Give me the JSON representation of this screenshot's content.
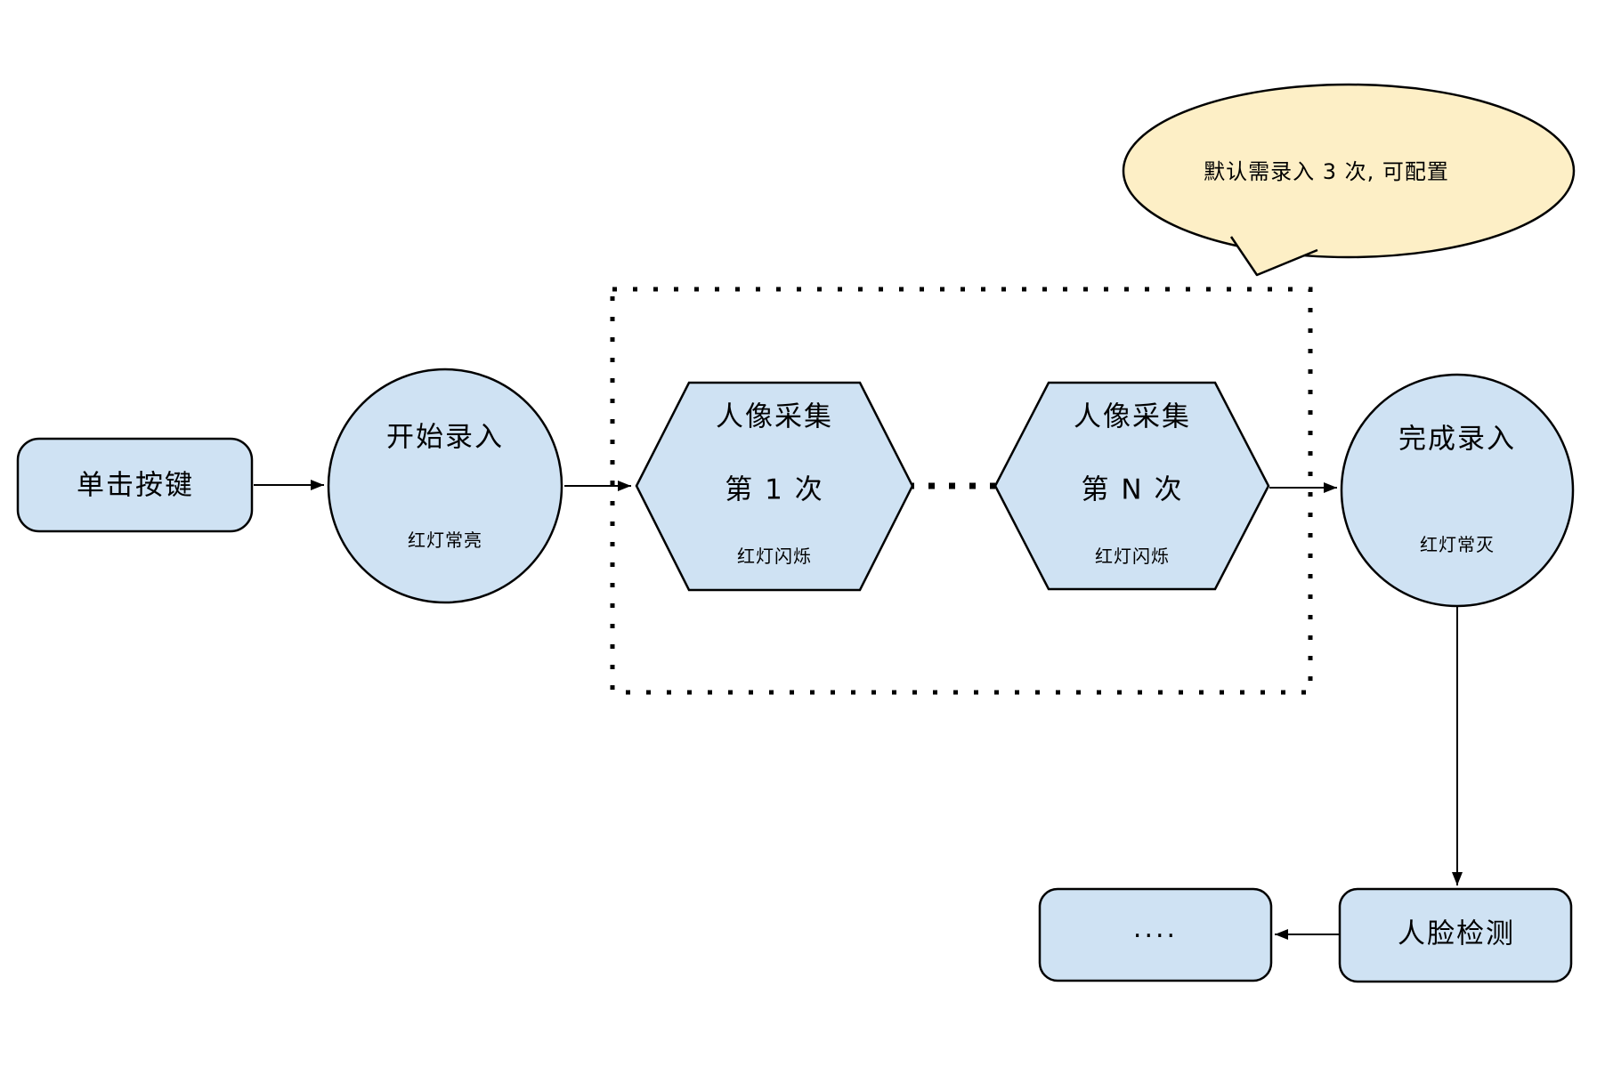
{
  "diagram": {
    "callout": {
      "text": "默认需录入 3 次, 可配置"
    },
    "nodes": {
      "click_button": {
        "label": "单击按键"
      },
      "start_capture": {
        "label": "开始录入",
        "status": "红灯常亮"
      },
      "capture_first": {
        "title": "人像采集",
        "count": "第 1 次",
        "status": "红灯闪烁"
      },
      "capture_nth": {
        "title": "人像采集",
        "count": "第 N 次",
        "status": "红灯闪烁"
      },
      "finish_capture": {
        "label": "完成录入",
        "status": "红灯常灭"
      },
      "face_detection": {
        "label": "人脸检测"
      },
      "ellipsis": {
        "label": "...."
      }
    },
    "colors": {
      "node_fill": "#cfe2f3",
      "node_border": "#000000",
      "callout_fill": "#fdefc6",
      "connector": "#000000"
    }
  }
}
